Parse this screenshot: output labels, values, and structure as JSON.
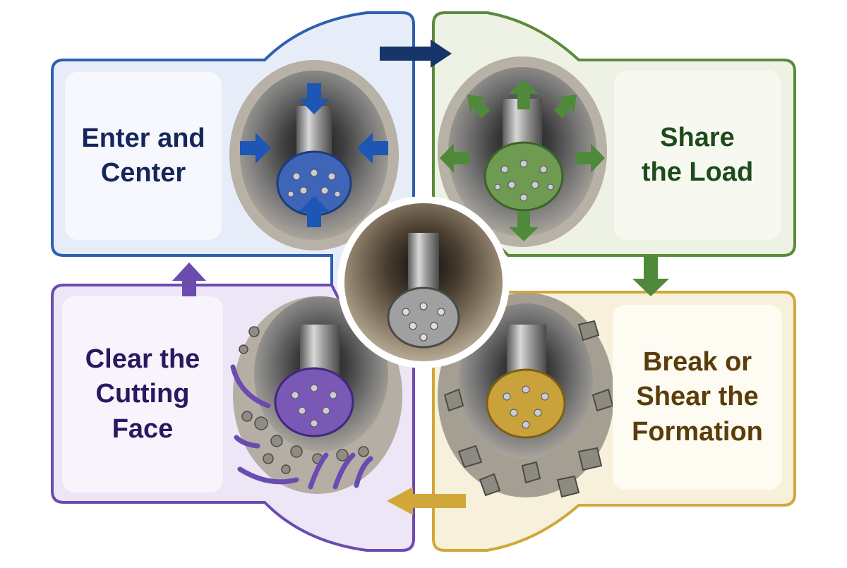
{
  "steps": [
    {
      "id": "enter",
      "line1": "Enter and",
      "line2": "Center",
      "color": "#2e5fb0"
    },
    {
      "id": "share",
      "line1": "Share",
      "line2": "the Load",
      "color": "#5b8a3c"
    },
    {
      "id": "break",
      "line1": "Break or",
      "line2": "Shear the",
      "line3": "Formation",
      "color": "#d2a73a"
    },
    {
      "id": "clear",
      "line1": "Clear the",
      "line2": "Cutting Face",
      "color": "#6b4bb0"
    }
  ],
  "colors": {
    "blue": "#2e5fb0",
    "blue_text": "#16265c",
    "blue_fill": "#e7edf8",
    "green": "#5b8a3c",
    "green_text": "#1f4a1b",
    "green_fill": "#eef2e4",
    "gold": "#d2a73a",
    "gold_text": "#5a3d08",
    "gold_fill": "#f7f1dc",
    "purple": "#6b4bb0",
    "purple_text": "#2a1860",
    "purple_fill": "#ece6f6",
    "navy_arrow": "#15356b"
  },
  "icons": [
    "inward-arrows-icon",
    "outward-arrows-icon",
    "rock-fragments-icon",
    "swirl-flow-arrows-icon",
    "drill-bit-icon"
  ]
}
